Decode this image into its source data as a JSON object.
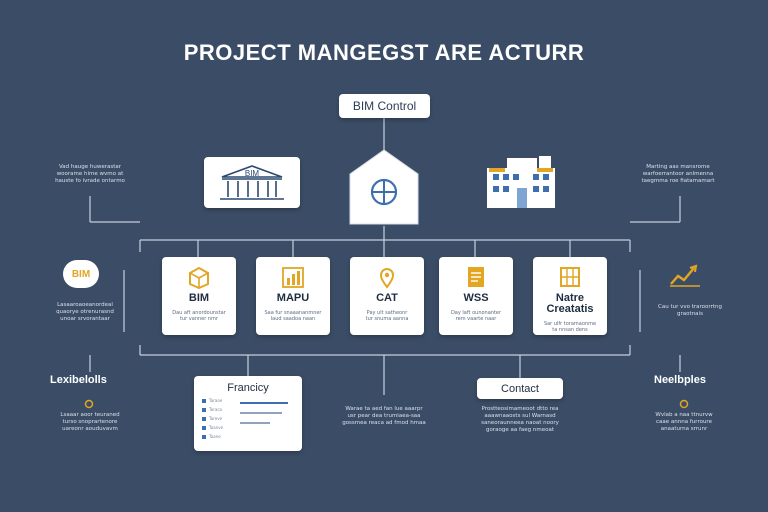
{
  "title": "PROJECT MANGEGST ARE ACTURR",
  "top_node": {
    "label": "BIM Control"
  },
  "icon_row": {
    "left_card_label": "BIM",
    "left_note": "Vad hauge huwerastar\nwoorame hime wvmo at\nhauste fo ivrade ontarmo",
    "right_note": "Marting aas mansrome\nwarfoerrantoor anlmenna\ntaegmma roe fiatamamart"
  },
  "modules": [
    {
      "label": "BIM",
      "desc": "Dau aft anordounstar\ntur vanner nmr",
      "icon": "box-icon"
    },
    {
      "label": "MAPU",
      "desc": "Saa fur snaaananmner\nlaud saadoa naan",
      "icon": "chart-bar-icon"
    },
    {
      "label": "CAT",
      "desc": "Pay ult satheonr\ntur snuma aanna",
      "icon": "pin-icon"
    },
    {
      "label": "WSS",
      "desc": "Day laft ounonanter\nrem vaarte naar",
      "icon": "document-icon"
    },
    {
      "label": "Natre\nCreatatis",
      "desc": "Sar ulfr toramaonme\nta nnsan dens",
      "icon": "grid-icon"
    }
  ],
  "left_side": {
    "bim_badge": "BIM",
    "bim_note": "Lasaaroaoeanordeal\nquaorye otrenurasnd\nunoar srvorantaar",
    "head": "Lexibelolls",
    "note": "Lsaaar aoor teuraned\nturso snoprartenore\nuareonr aouduvavm"
  },
  "right_side": {
    "note_top": "Cau tur vvo traroorrtng\ngraotnais",
    "head": "Neelbples",
    "note": "Wvlab a naa ttnurvw\ncaae annna furroure\nanaaturna srrunr"
  },
  "frequency": {
    "title": "Francicy",
    "rows": [
      "Taraoe",
      "Taraca",
      "Tareve",
      "Taanve",
      "Taane"
    ]
  },
  "center_note": "Warae ta aed fan lue aaarpr\nusr pear dea trumiaea-saa\ngossmea reaca ad fmod hmaa",
  "contact": {
    "label": "Contact",
    "note": "Prostteosimameoot dtto rea\naaawnaaosts sul Warnasd\nsaneoraunneea naoat noory\ngoraoge aa faeg nmeoat"
  },
  "colors": {
    "background": "#3b4d66",
    "card": "#ffffff",
    "accent_yellow": "#e2a623",
    "accent_blue": "#3d6fb0",
    "line": "#c6d0dd"
  }
}
